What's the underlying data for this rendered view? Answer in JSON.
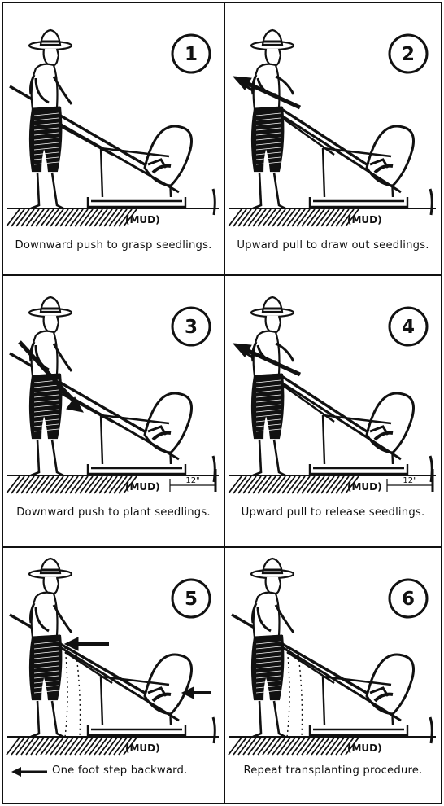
{
  "panels": [
    {
      "number": "1",
      "caption": "Downward push to grasp seedlings.",
      "mud_label": "(MUD)"
    },
    {
      "number": "2",
      "caption": "Upward pull to draw out seedlings.",
      "mud_label": "(MUD)"
    },
    {
      "number": "3",
      "caption": "Downward push to plant seedlings.",
      "mud_label": "(MUD)",
      "measurement": "12\""
    },
    {
      "number": "4",
      "caption": "Upward pull to release seedlings.",
      "mud_label": "(MUD)",
      "measurement": "12\""
    },
    {
      "number": "5",
      "caption": "One foot step backward.",
      "mud_label": "(MUD)"
    },
    {
      "number": "6",
      "caption": "Repeat transplanting procedure.",
      "mud_label": "(MUD)"
    }
  ]
}
